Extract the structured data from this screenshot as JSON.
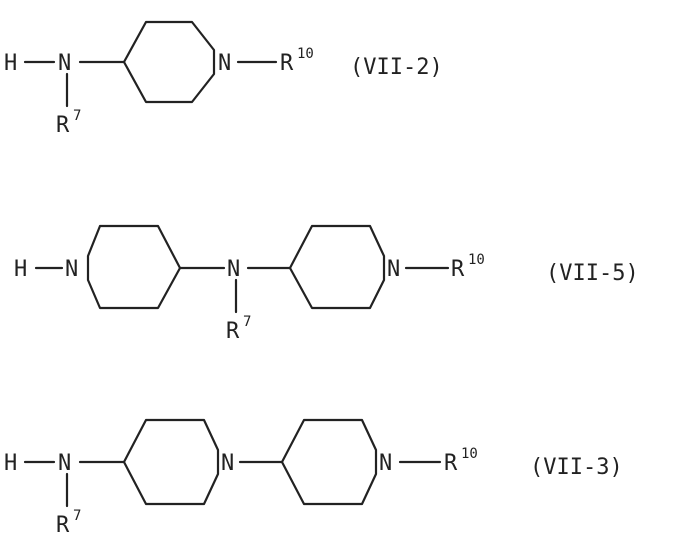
{
  "structures": [
    {
      "id": "VII-2",
      "label": "(VII-2)",
      "atoms": {
        "h": "H",
        "n_amine": "N",
        "n_ring": "N",
        "r7": "R",
        "r7_sup": "7",
        "r10": "R",
        "r10_sup": "10"
      }
    },
    {
      "id": "VII-5",
      "label": "(VII-5)",
      "atoms": {
        "h": "H",
        "n_ring1": "N",
        "n_amine": "N",
        "n_ring2": "N",
        "r7": "R",
        "r7_sup": "7",
        "r10": "R",
        "r10_sup": "10"
      }
    },
    {
      "id": "VII-3",
      "label": "(VII-3)",
      "atoms": {
        "h": "H",
        "n_amine": "N",
        "n_ring1": "N",
        "n_ring2": "N",
        "r7": "R",
        "r7_sup": "7",
        "r10": "R",
        "r10_sup": "10"
      }
    }
  ]
}
